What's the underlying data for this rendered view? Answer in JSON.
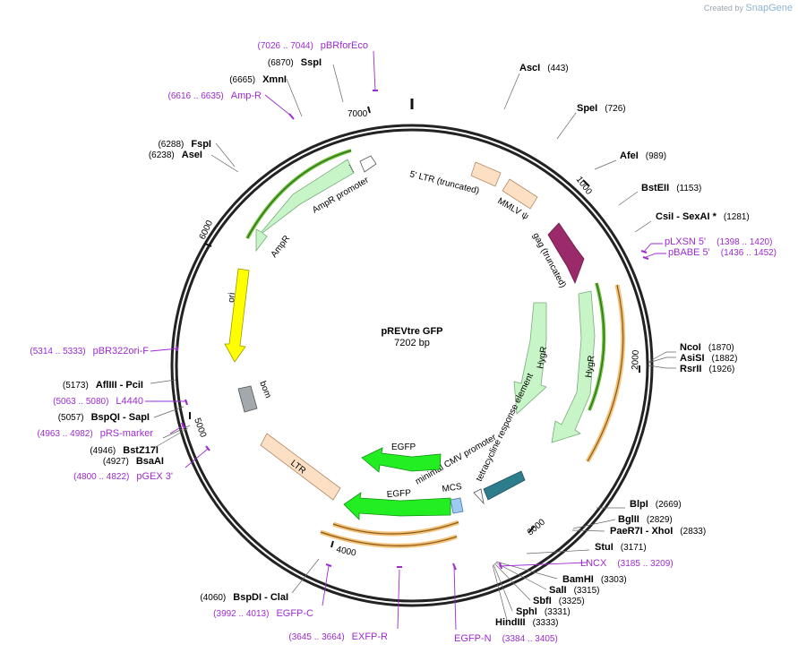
{
  "watermark": {
    "prefix": "Created by",
    "brand": "SnapGene"
  },
  "plasmid": {
    "name": "pREVtre GFP",
    "size_label": "7202 bp",
    "total_bp": 7202
  },
  "ticks": [
    "1000",
    "2000",
    "3000",
    "4000",
    "5000",
    "6000",
    "7000"
  ],
  "enzymes": [
    {
      "name": "AscI",
      "pos": "(443)"
    },
    {
      "name": "SpeI",
      "pos": "(726)"
    },
    {
      "name": "AfeI",
      "pos": "(989)"
    },
    {
      "name": "BstEII",
      "pos": "(1153)"
    },
    {
      "name": "CsiI - SexAI *",
      "pos": "(1281)"
    },
    {
      "name": "NcoI",
      "pos": "(1870)"
    },
    {
      "name": "AsiSI",
      "pos": "(1882)"
    },
    {
      "name": "RsrII",
      "pos": "(1926)"
    },
    {
      "name": "BlpI",
      "pos": "(2669)"
    },
    {
      "name": "BglII",
      "pos": "(2829)"
    },
    {
      "name": "PaeR7I - XhoI",
      "pos": "(2833)"
    },
    {
      "name": "StuI",
      "pos": "(3171)"
    },
    {
      "name": "BamHI",
      "pos": "(3303)"
    },
    {
      "name": "SalI",
      "pos": "(3315)"
    },
    {
      "name": "SbfI",
      "pos": "(3325)"
    },
    {
      "name": "SphI",
      "pos": "(3331)"
    },
    {
      "name": "HindIII",
      "pos": "(3333)"
    },
    {
      "name": "BspDI - ClaI",
      "pos": "(4060)"
    },
    {
      "name": "BsaAI",
      "pos": "(4927)"
    },
    {
      "name": "BstZ17I",
      "pos": "(4946)"
    },
    {
      "name": "BspQI - SapI",
      "pos": "(5057)"
    },
    {
      "name": "AflIII - PciI",
      "pos": "(5173)"
    },
    {
      "name": "AseI",
      "pos": "(6238)"
    },
    {
      "name": "FspI",
      "pos": "(6288)"
    },
    {
      "name": "XmnI",
      "pos": "(6665)"
    },
    {
      "name": "SspI",
      "pos": "(6870)"
    }
  ],
  "primers": [
    {
      "name": "pLXSN 5'",
      "pos": "(1398 .. 1420)"
    },
    {
      "name": "pBABE 5'",
      "pos": "(1436 .. 1452)"
    },
    {
      "name": "LNCX",
      "pos": "(3185 .. 3209)"
    },
    {
      "name": "EGFP-N",
      "pos": "(3384 .. 3405)"
    },
    {
      "name": "EXFP-R",
      "pos": "(3645 .. 3664)"
    },
    {
      "name": "EGFP-C",
      "pos": "(3992 .. 4013)"
    },
    {
      "name": "pGEX 3'",
      "pos": "(4800 .. 4822)"
    },
    {
      "name": "pRS-marker",
      "pos": "(4963 .. 4982)"
    },
    {
      "name": "L4440",
      "pos": "(5063 .. 5080)"
    },
    {
      "name": "pBR322ori-F",
      "pos": "(5314 .. 5333)"
    },
    {
      "name": "Amp-R",
      "pos": "(6616 .. 6635)"
    },
    {
      "name": "pBRforEco",
      "pos": "(7026 .. 7044)"
    }
  ],
  "features": [
    {
      "name": "5' LTR (truncated)",
      "color": "#fde0c4"
    },
    {
      "name": "MMLV ψ",
      "color": "#fde0c4"
    },
    {
      "name": "gag (truncated)",
      "color": "#9b2a6a"
    },
    {
      "name": "HygR",
      "color": "#c8f5c8"
    },
    {
      "name": "tetracycline response element",
      "color": "#2e7d8c"
    },
    {
      "name": "minimal CMV promoter",
      "color": "#ffffff"
    },
    {
      "name": "MCS",
      "color": "#9ec9f0"
    },
    {
      "name": "EGFP",
      "color": "#22ee22"
    },
    {
      "name": "LTR",
      "color": "#fde0c4"
    },
    {
      "name": "bom",
      "color": "#a3a8ad"
    },
    {
      "name": "ori",
      "color": "#ffff00"
    },
    {
      "name": "AmpR",
      "color": "#c8f5c8"
    },
    {
      "name": "AmpR promoter",
      "color": "#ffffff"
    }
  ]
}
